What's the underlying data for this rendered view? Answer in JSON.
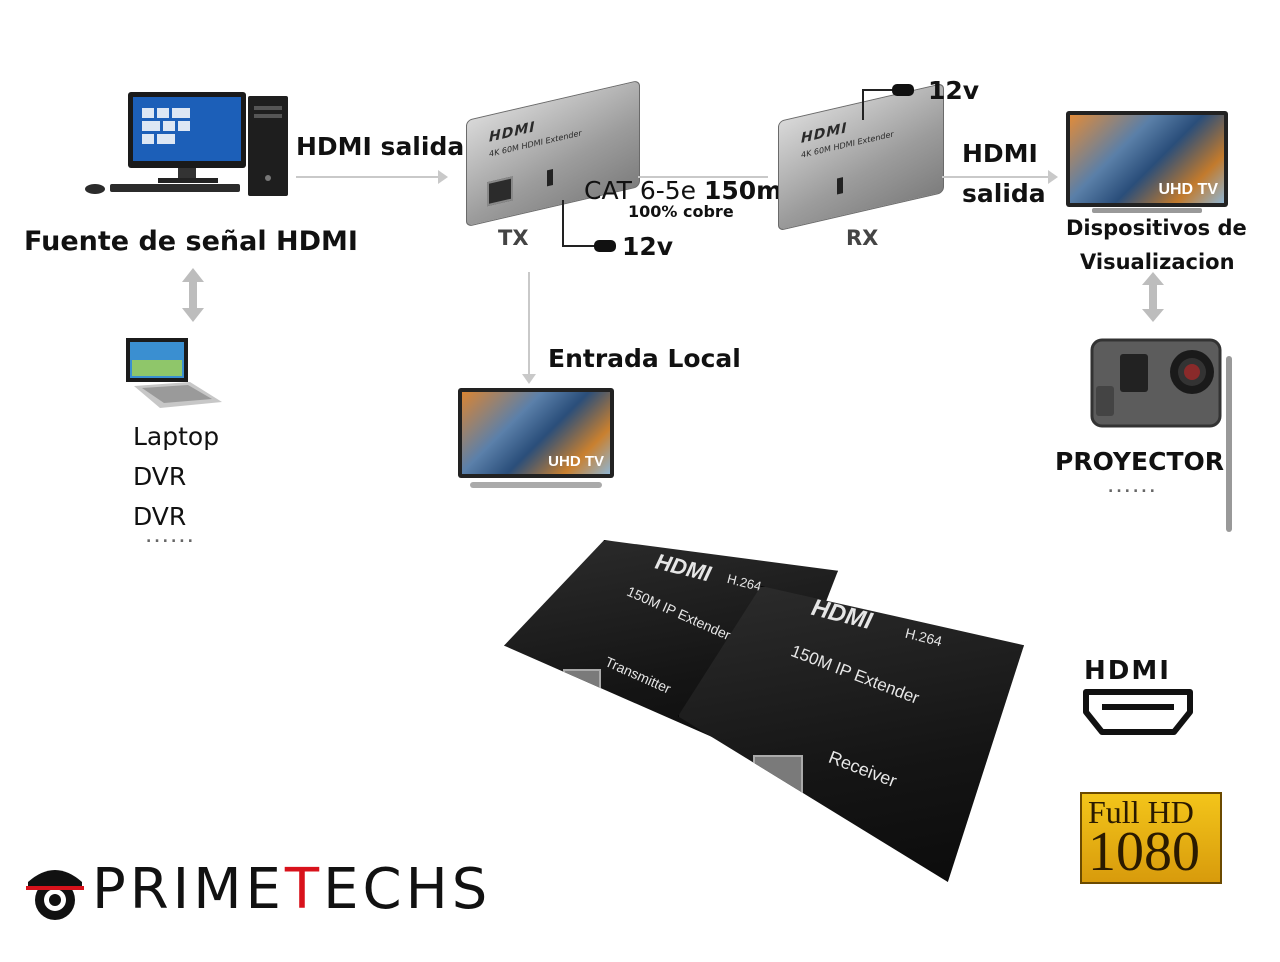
{
  "labels": {
    "fuente": "Fuente de señal HDMI",
    "hdmi_salida_left": "HDMI salida",
    "tx": "TX",
    "rx": "RX",
    "cat": "CAT 6-5e",
    "distance": "150mt",
    "cobre": "100% cobre",
    "power_tx": "12v",
    "power_rx": "12v",
    "hdmi_salida_right_1": "HDMI",
    "hdmi_salida_right_2": "salida",
    "dispositivos_1": "Dispositivos de",
    "dispositivos_2": "Visualizacion",
    "entrada_local": "Entrada Local",
    "laptop": "Laptop",
    "dvr_1": "DVR",
    "dvr_2": "DVR",
    "dots": "......",
    "proyector": "PROYECTOR"
  },
  "devices": {
    "extender_brand": "HDMI",
    "extender_sub": "4K 60M HDMI Extender",
    "uhd_tv": "UHD TV",
    "transmitter": {
      "brand": "HDMI",
      "codec": "H.264",
      "model": "150M IP Extender",
      "role": "Transmitter"
    },
    "receiver": {
      "brand": "HDMI",
      "codec": "H.264",
      "model": "150M IP Extender",
      "role": "Receiver"
    }
  },
  "badges": {
    "hdmi_logo": "HDMI",
    "full_hd_top": "Full HD",
    "full_hd_bottom": "1080"
  },
  "brand": {
    "prefix": "PRIME",
    "highlight": "T",
    "suffix": "ECHS",
    "accent_color": "#d8121b"
  }
}
